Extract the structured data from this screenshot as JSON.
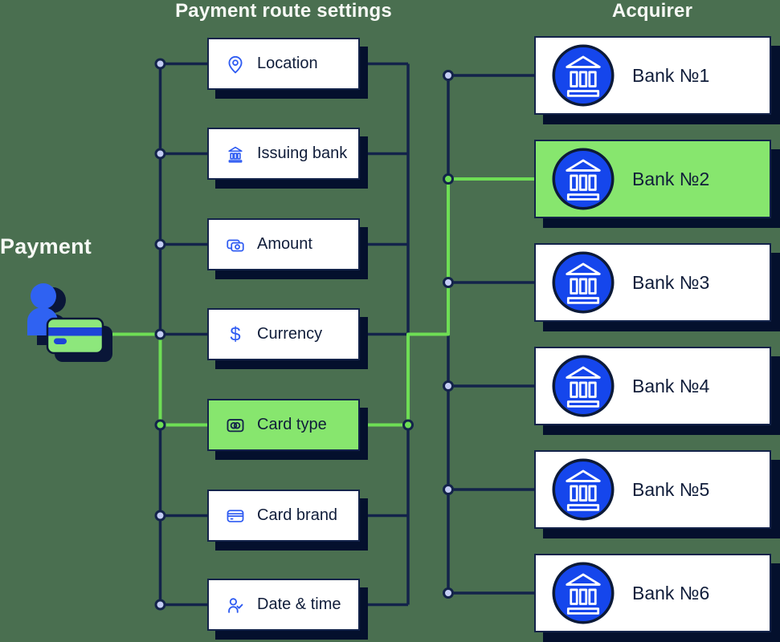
{
  "titles": {
    "settings_column": "Payment route settings",
    "acquirer_column": "Acquirer",
    "source": "Payment"
  },
  "settings": {
    "items": [
      {
        "label": "Location",
        "icon": "location-pin-icon",
        "highlighted": false
      },
      {
        "label": "Issuing bank",
        "icon": "bank-icon",
        "highlighted": false
      },
      {
        "label": "Amount",
        "icon": "banknotes-icon",
        "highlighted": false
      },
      {
        "label": "Currency",
        "icon": "dollar-icon",
        "highlighted": false
      },
      {
        "label": "Card type",
        "icon": "card-circles-icon",
        "highlighted": true
      },
      {
        "label": "Card brand",
        "icon": "credit-card-icon",
        "highlighted": false
      },
      {
        "label": "Date & time",
        "icon": "user-check-icon",
        "highlighted": false
      }
    ]
  },
  "acquirers": {
    "items": [
      {
        "label": "Bank №1",
        "icon": "bank-circle-icon",
        "highlighted": false
      },
      {
        "label": "Bank №2",
        "icon": "bank-circle-icon",
        "highlighted": true
      },
      {
        "label": "Bank №3",
        "icon": "bank-circle-icon",
        "highlighted": false
      },
      {
        "label": "Bank №4",
        "icon": "bank-circle-icon",
        "highlighted": false
      },
      {
        "label": "Bank №5",
        "icon": "bank-circle-icon",
        "highlighted": false
      },
      {
        "label": "Bank №6",
        "icon": "bank-circle-icon",
        "highlighted": false
      }
    ]
  },
  "colors": {
    "background": "#4a6f50",
    "navy_line": "#13234a",
    "navy_text": "#101d3a",
    "shadow": "#04102d",
    "route_green": "#6ede55",
    "highlight_fill": "#87e66e",
    "icon_blue": "#2e5bf2",
    "bank_circle_blue": "#1546ec",
    "dot_fill": "#c4cdf4"
  }
}
